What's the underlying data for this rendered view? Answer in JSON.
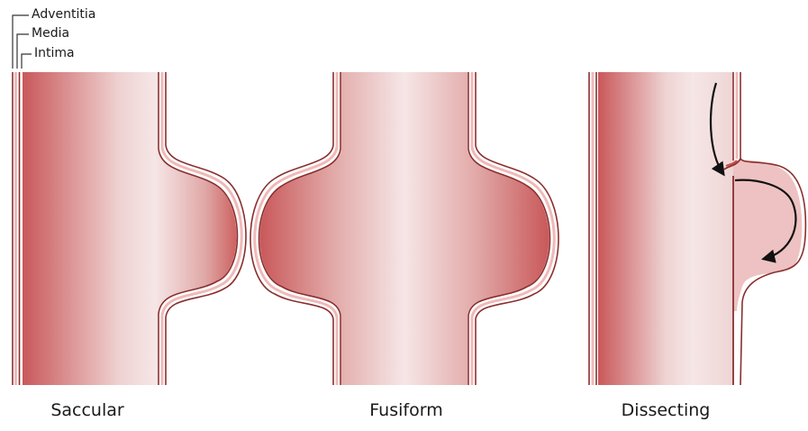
{
  "layer_labels": {
    "adventitia": "Adventitia",
    "media": "Media",
    "intima": "Intima"
  },
  "aneurysm_types": {
    "saccular": "Saccular",
    "fusiform": "Fusiform",
    "dissecting": "Dissecting"
  },
  "colors": {
    "vessel_dark": "#c9585a",
    "vessel_mid": "#e8b4b2",
    "vessel_light": "#f6e6e6",
    "wall_line": "#8a2f2f",
    "wall_highlight": "#f0b9b9",
    "flow_arrow": "#111111"
  }
}
